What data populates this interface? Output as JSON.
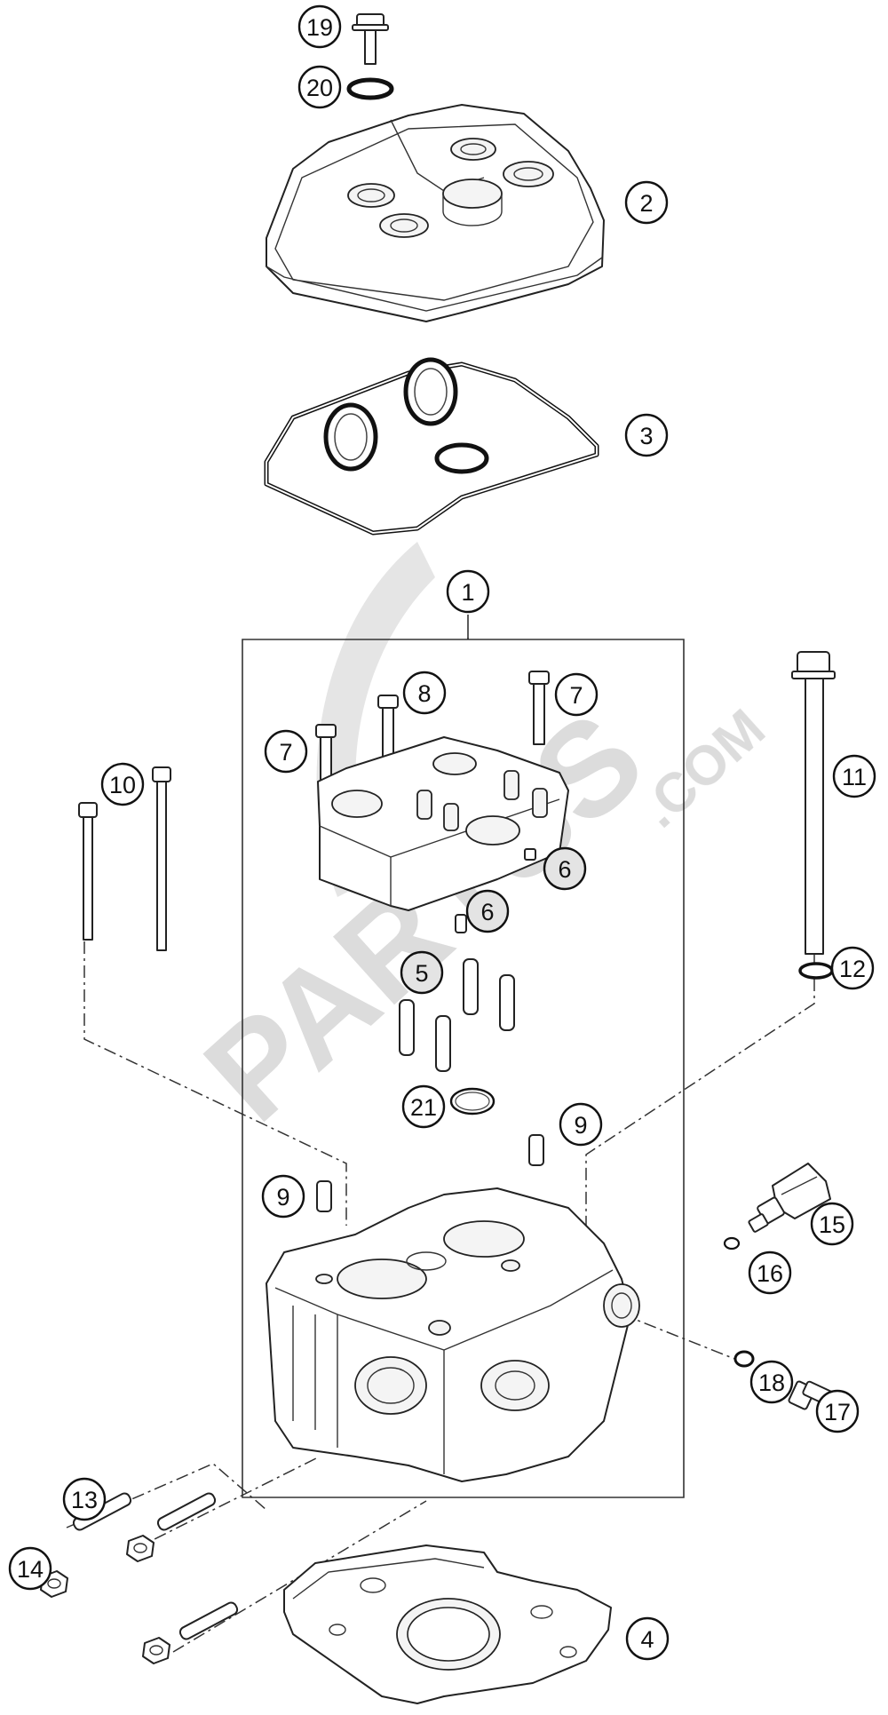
{
  "watermark": {
    "brand": "PARTSS",
    "suffix": ".COM"
  },
  "callouts": [
    {
      "label": "19",
      "shaded": false
    },
    {
      "label": "20",
      "shaded": false
    },
    {
      "label": "2",
      "shaded": false
    },
    {
      "label": "3",
      "shaded": false
    },
    {
      "label": "1",
      "shaded": false
    },
    {
      "label": "8",
      "shaded": false
    },
    {
      "label": "7",
      "shaded": false
    },
    {
      "label": "7",
      "shaded": false
    },
    {
      "label": "10",
      "shaded": false
    },
    {
      "label": "11",
      "shaded": false
    },
    {
      "label": "6",
      "shaded": true
    },
    {
      "label": "6",
      "shaded": true
    },
    {
      "label": "5",
      "shaded": true
    },
    {
      "label": "12",
      "shaded": false
    },
    {
      "label": "21",
      "shaded": false
    },
    {
      "label": "9",
      "shaded": false
    },
    {
      "label": "9",
      "shaded": false
    },
    {
      "label": "15",
      "shaded": false
    },
    {
      "label": "16",
      "shaded": false
    },
    {
      "label": "18",
      "shaded": false
    },
    {
      "label": "17",
      "shaded": false
    },
    {
      "label": "13",
      "shaded": false
    },
    {
      "label": "14",
      "shaded": false
    },
    {
      "label": "4",
      "shaded": false
    }
  ]
}
